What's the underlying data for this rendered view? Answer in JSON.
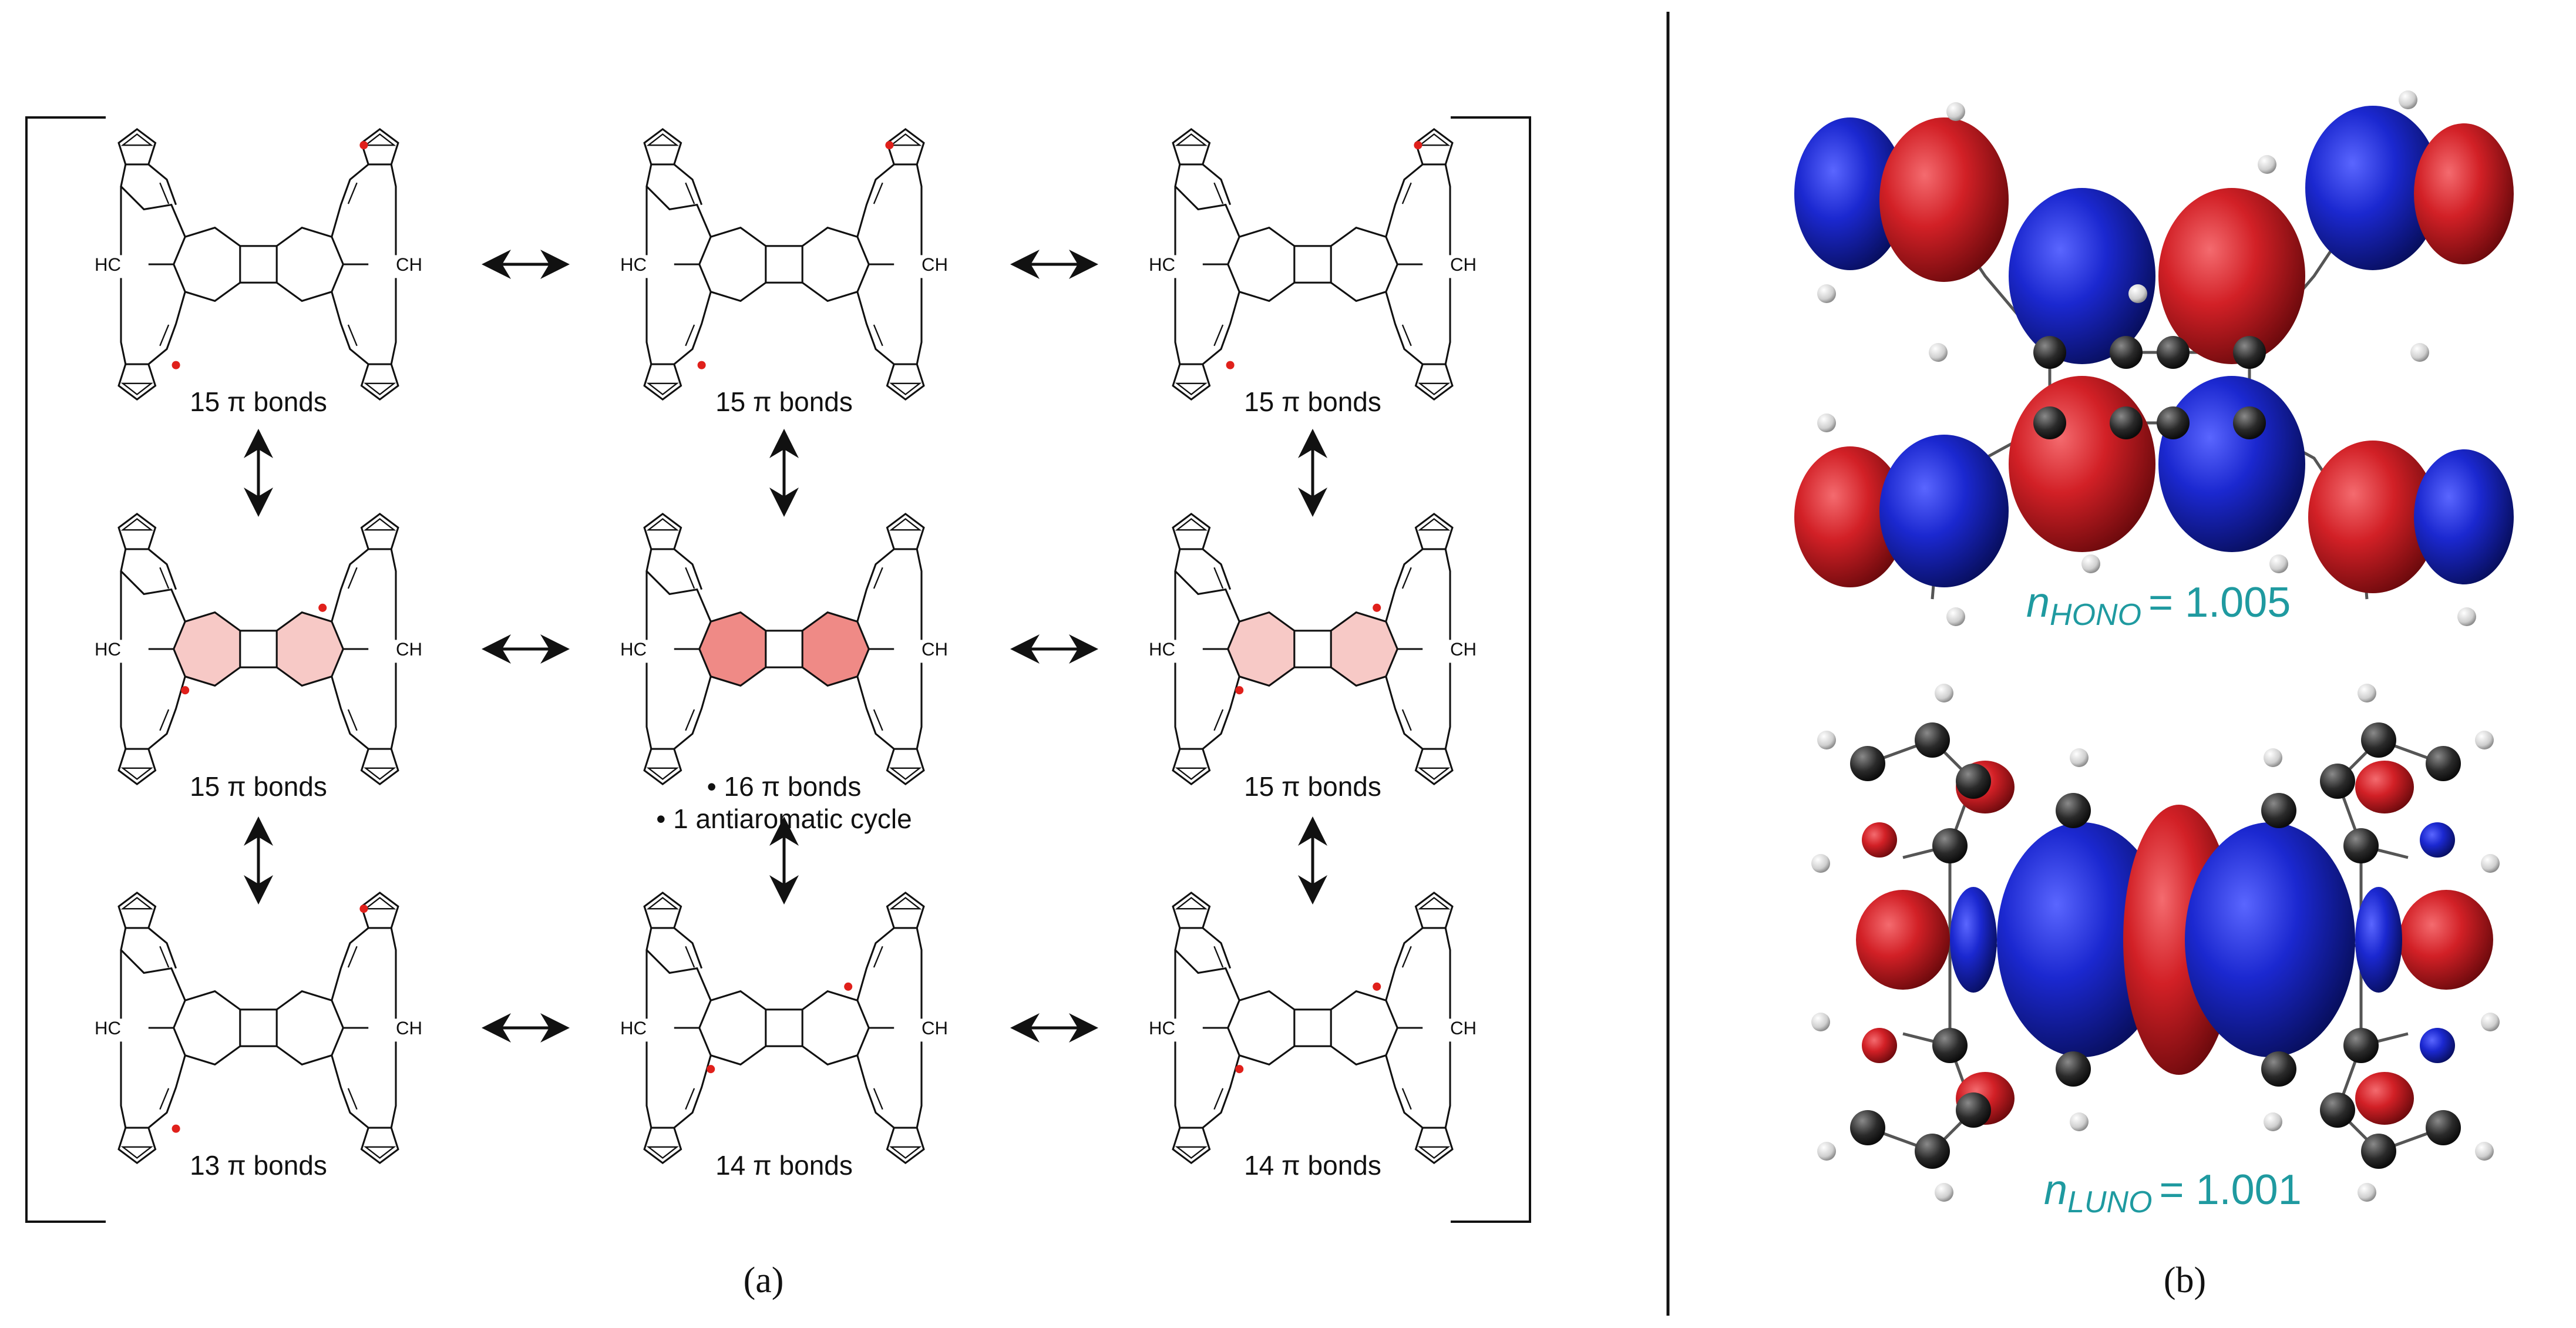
{
  "panel_a": {
    "label": "(a)",
    "structures": [
      {
        "pi_label": "15 π bonds",
        "dots": "outer",
        "pentalene": "none"
      },
      {
        "pi_label": "15 π bonds",
        "dots": "outer",
        "pentalene": "none"
      },
      {
        "pi_label": "15 π bonds",
        "dots": "outer",
        "pentalene": "none"
      },
      {
        "pi_label": "15 π bonds",
        "dots": "inner",
        "pentalene": "light"
      },
      {
        "pi_label": "• 16 π bonds",
        "pi_label2": "• 1 antiaromatic cycle",
        "dots": "none",
        "pentalene": "dark"
      },
      {
        "pi_label": "15 π bonds",
        "dots": "inner",
        "pentalene": "light"
      },
      {
        "pi_label": "13 π bonds",
        "dots": "outer",
        "pentalene": "none"
      },
      {
        "pi_label": "14 π bonds",
        "dots": "inner",
        "pentalene": "none"
      },
      {
        "pi_label": "14 π bonds",
        "dots": "inner",
        "pentalene": "none"
      }
    ],
    "hc_left": "HC",
    "ch_right": "CH"
  },
  "panel_b": {
    "label": "(b)",
    "hono": {
      "n": "n",
      "sub": "HONO",
      "value": "= 1.005"
    },
    "luno": {
      "n": "n",
      "sub": "LUNO",
      "value": "= 1.001"
    }
  },
  "colors": {
    "orbital_positive": "#c81a1f",
    "orbital_negative": "#1a23c4",
    "atom_carbon": "#2a2a2a",
    "atom_hydrogen": "#e8e8e8",
    "occupation_text": "#1f9aa0",
    "radical_dot": "#e0201b",
    "pentalene_light": "#f7c9c6",
    "pentalene_dark": "#ef8a86"
  }
}
